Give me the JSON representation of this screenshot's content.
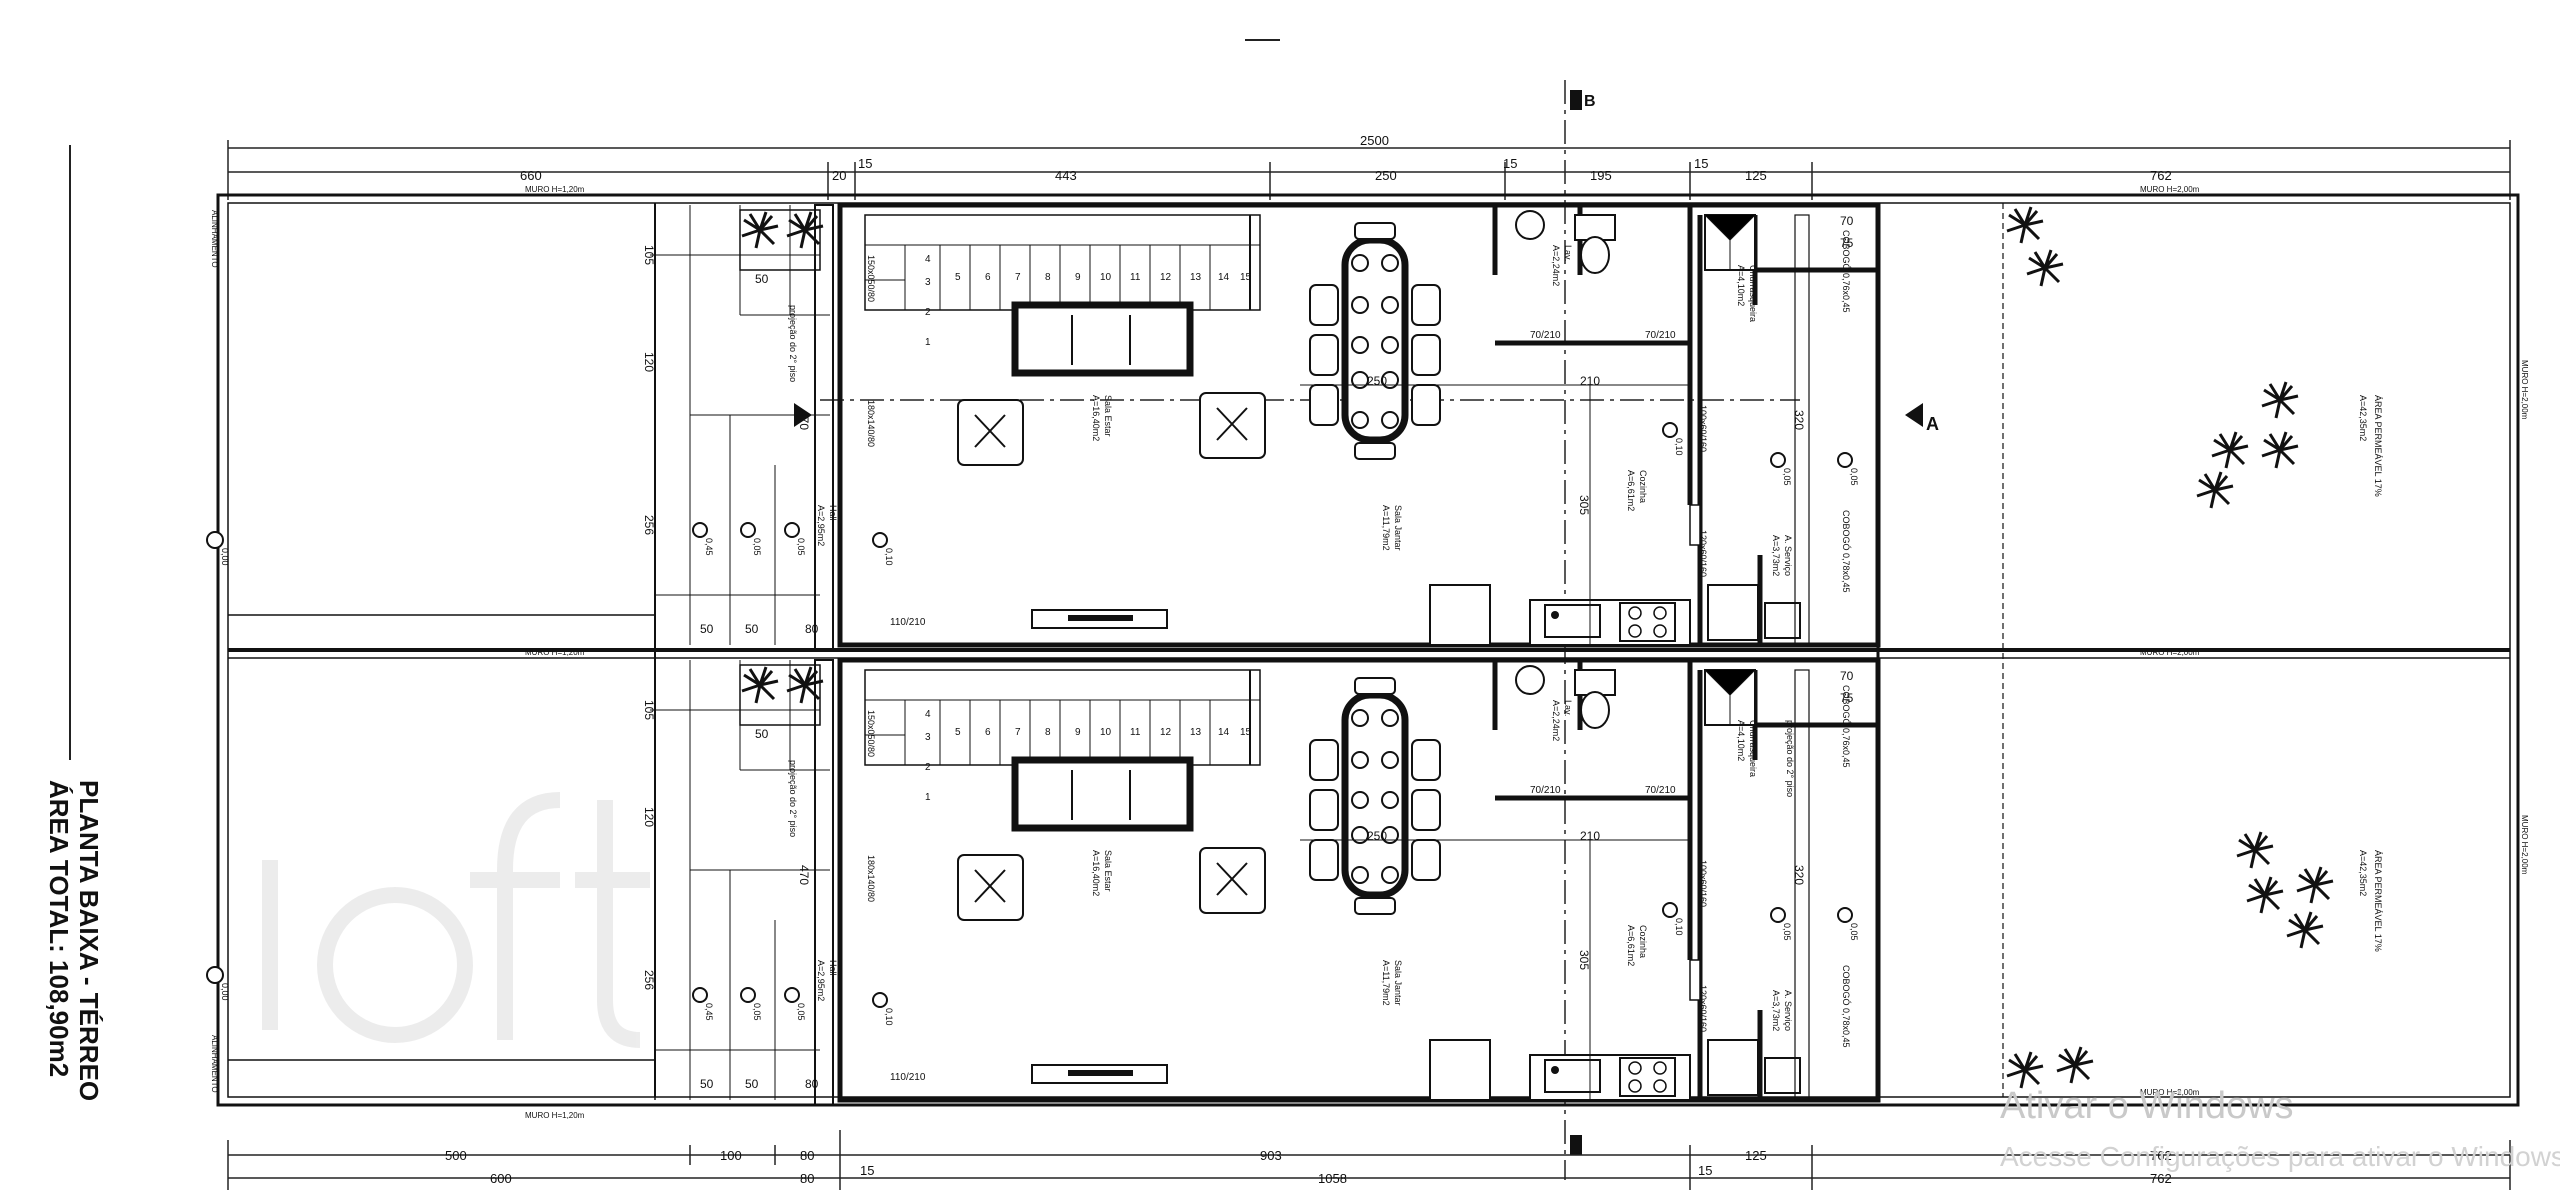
{
  "title": {
    "line1": "PLANTA BAIXA - TÉRREO",
    "line2": "ÁREA TOTAL: 108,90m2"
  },
  "cut_marks": {
    "b": "B",
    "a": "A"
  },
  "dimensions_top": {
    "total": "2500",
    "segments": [
      "660",
      "20",
      "15",
      "443",
      "250",
      "15",
      "195",
      "15",
      "125",
      "762"
    ]
  },
  "dimensions_bottom": {
    "row1": [
      "500",
      "100",
      "80",
      "903",
      "15",
      "125",
      "762"
    ],
    "row2": [
      "600",
      "80",
      "1058",
      "15",
      "762"
    ]
  },
  "walls": {
    "low": "MURO H=1,20m",
    "high": "MURO H=2,00m",
    "alignment": "ALINHAMENTO"
  },
  "rooms": {
    "sala_estar": {
      "name": "Sala Estar",
      "area": "A=16,40m2"
    },
    "sala_jantar": {
      "name": "Sala Jantar",
      "area": "A=11,79m2"
    },
    "cozinha": {
      "name": "Cozinha",
      "area": "A=6,61m2"
    },
    "lavabo": {
      "name": "Lav.",
      "area": "A=2,24m2"
    },
    "hall": {
      "name": "Hall",
      "area": "A=2,95m2"
    },
    "churrasqueira": {
      "name": "Churrasqueira",
      "area": "A=4,10m2"
    },
    "area_servico": {
      "name": "A. Serviço",
      "area": "A=3,73m2"
    },
    "permeavel": {
      "name": "ÁREA PERMEÁVEL 17%",
      "area": "A=42,35m2"
    }
  },
  "labels": {
    "projecao": "projeção do 2° piso",
    "door_110": "110/210",
    "door_70": "70/210",
    "dim_250": "250",
    "dim_210": "210",
    "dim_305": "305",
    "dim_320": "320",
    "dim_470": "470",
    "dim_256": "256",
    "dim_120": "120",
    "dim_105": "105",
    "dim_50": "50",
    "dim_80": "80",
    "dim_70": "70",
    "dim_75": "75",
    "window_a": "180x140/80",
    "window_b": "100x60/160",
    "window_c": "120x60/160",
    "window_d": "150x050/80",
    "cobogo1": "COBOGÓ 0,76x0,45",
    "cobogo2": "COBOGÓ 0,78x0,45",
    "level": "0,10",
    "level_b": "0,10",
    "level_c": "0,05",
    "level_d": "0,00",
    "level_e": "0,45",
    "muro_side": "MURO H=2,00m"
  },
  "stairs": [
    "1",
    "2",
    "3",
    "4",
    "5",
    "6",
    "7",
    "8",
    "9",
    "10",
    "11",
    "12",
    "13",
    "14",
    "15"
  ],
  "watermark": {
    "line1": "Ativar o Windows",
    "line2": "Acesse Configurações para ativar o Windows."
  },
  "logo_text": "loft"
}
